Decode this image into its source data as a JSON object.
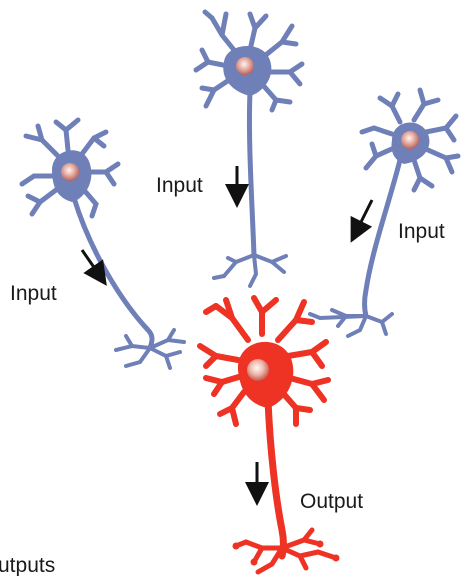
{
  "labels": {
    "input_top": "Input",
    "input_right": "Input",
    "input_left": "Input",
    "output": "Output",
    "outputs_cut": "utputs"
  },
  "colors": {
    "input_neuron": "#6f7fb8",
    "input_neuron_dark": "#5c6aa3",
    "output_neuron": "#ee3224",
    "output_neuron_dark": "#d41f12",
    "nucleus": "#e7b7ae",
    "nucleus_inner": "#c86a62",
    "arrow": "#111111"
  }
}
